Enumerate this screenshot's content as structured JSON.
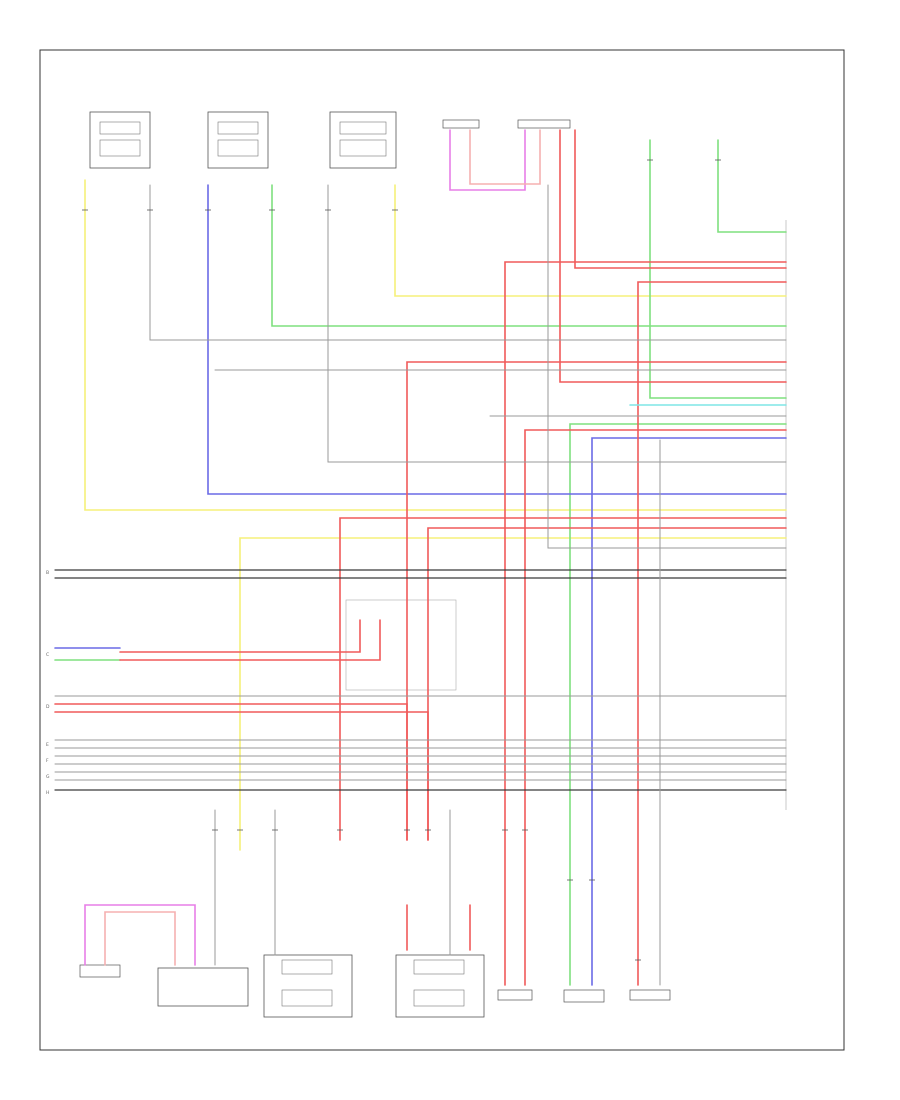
{
  "diagram": {
    "connectors": [
      {
        "id": "B",
        "label": "B"
      },
      {
        "id": "C",
        "label": "C"
      },
      {
        "id": "D",
        "label": "D"
      },
      {
        "id": "E",
        "label": "E"
      },
      {
        "id": "F",
        "label": "F"
      },
      {
        "id": "G",
        "label": "G"
      },
      {
        "id": "H",
        "label": "H"
      }
    ],
    "colors": {
      "yellow": "#f5f07a",
      "green": "#7fe07f",
      "blue": "#6a6ae6",
      "red": "#f05a5a",
      "pink": "#f5b0b0",
      "magenta": "#e77ee7",
      "cyan": "#7fe6e6",
      "gray": "#9a9a9a",
      "black": "#3a3a3a"
    }
  }
}
